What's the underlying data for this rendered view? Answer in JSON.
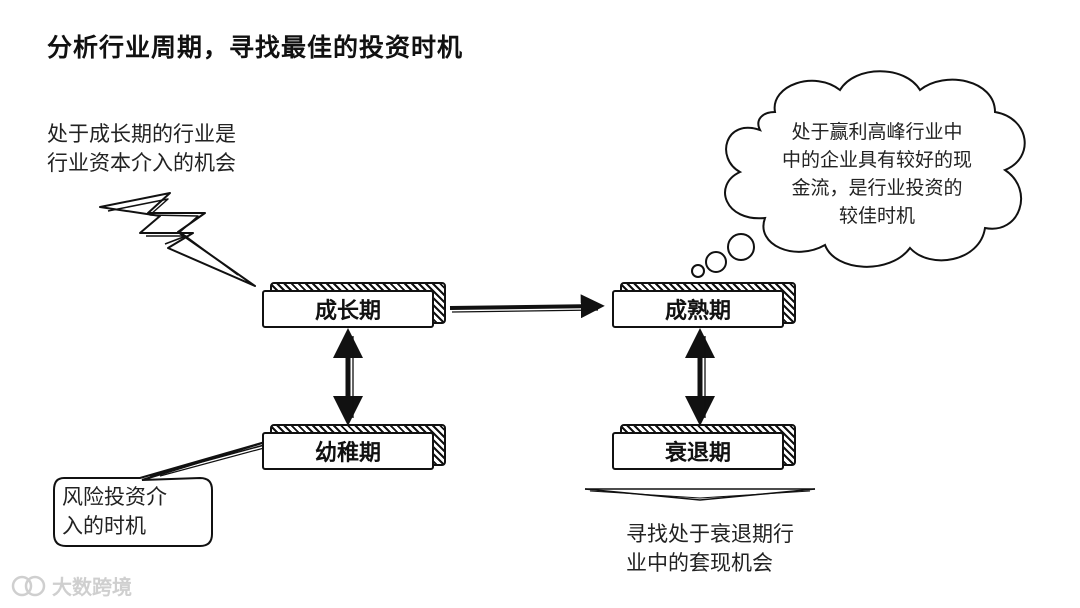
{
  "title": "分析行业周期，寻找最佳的投资时机",
  "stages": {
    "growth": "成长期",
    "mature": "成熟期",
    "infant": "幼稚期",
    "decline": "衰退期"
  },
  "annotations": {
    "growth_note": [
      "处于成长期的行业是",
      "行业资本介入的机会"
    ],
    "mature_bubble": [
      "处于赢利高峰行业中",
      "中的企业具有较好的现",
      "金流，是行业投资的",
      "较佳时机"
    ],
    "infant_callout": [
      "风险投资介",
      "入的时机"
    ],
    "decline_note": [
      "寻找处于衰退期行",
      "业中的套现机会"
    ]
  },
  "watermark": "大数跨境",
  "colors": {
    "ink": "#111111",
    "text": "#222222",
    "watermark": "#cfcfcf"
  }
}
